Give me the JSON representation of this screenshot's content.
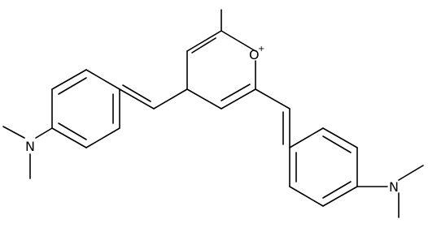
{
  "molecule": {
    "atoms": {
      "ring_oxygen": "O",
      "ring_oxygen_charge": "+",
      "amine_left": "N",
      "amine_right": "N"
    },
    "colors": {
      "bond": "#000000",
      "label": "#000000",
      "background": "#ffffff"
    }
  }
}
